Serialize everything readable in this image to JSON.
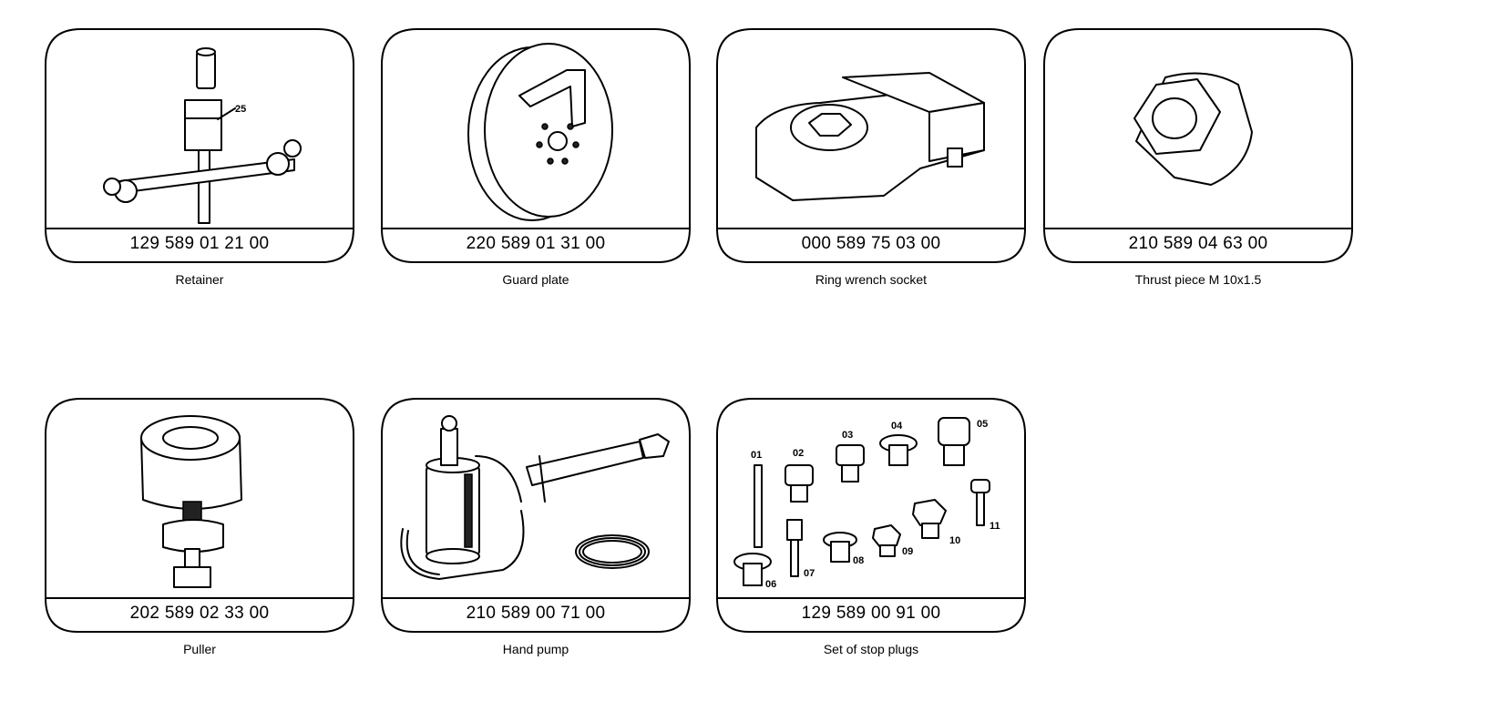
{
  "tools": [
    {
      "part_number": "129 589 01 21 00",
      "name": "Retainer",
      "callouts": [
        "25"
      ]
    },
    {
      "part_number": "220 589 01 31 00",
      "name": "Guard plate"
    },
    {
      "part_number": "000 589 75 03 00",
      "name": "Ring wrench socket"
    },
    {
      "part_number": "210 589 04 63 00",
      "name": "Thrust piece M 10x1.5"
    },
    {
      "part_number": "202 589 02 33 00",
      "name": "Puller"
    },
    {
      "part_number": "210 589 00 71 00",
      "name": "Hand pump"
    },
    {
      "part_number": "129 589 00 91 00",
      "name": "Set of stop plugs",
      "callouts": [
        "01",
        "02",
        "03",
        "04",
        "05",
        "06",
        "07",
        "08",
        "09",
        "10",
        "11"
      ]
    }
  ]
}
